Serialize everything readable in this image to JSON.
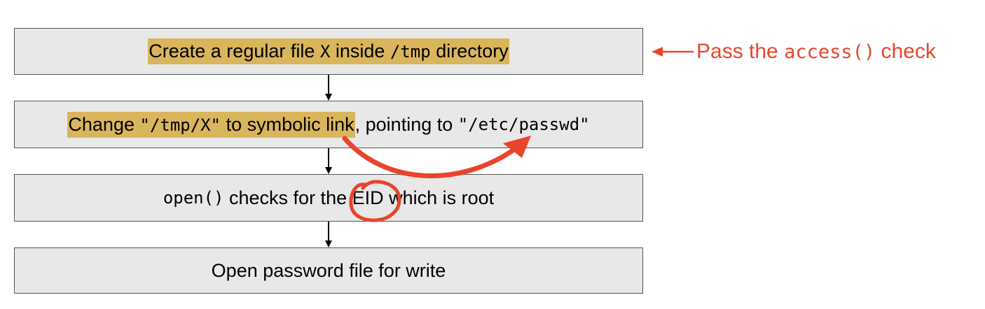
{
  "steps": [
    {
      "id": "create-file",
      "text_before_x": "Create a regular file ",
      "x_code": "X",
      "text_mid": " inside ",
      "tmp_code": "/tmp",
      "text_after": " directory"
    },
    {
      "id": "change-symlink",
      "text_change": "Change ",
      "tmp_x_code": "\"/tmp/X\"",
      "text_to_symlink": " to symbolic link",
      "text_pointing": ", pointing to ",
      "passwd_code": "\"/etc/passwd\""
    },
    {
      "id": "open-check",
      "open_code": "open()",
      "text_checks": " checks for the ",
      "eid": "EID",
      "text_root": " which is root"
    },
    {
      "id": "open-write",
      "text": "Open password file for write"
    }
  ],
  "annotation": {
    "text_before": "Pass the ",
    "code": "access()",
    "text_after": " check"
  },
  "colors": {
    "box_fill": "#e8e8e8",
    "box_border": "#555555",
    "highlight": "#d9b55c",
    "annotation_red": "#e8452c"
  }
}
